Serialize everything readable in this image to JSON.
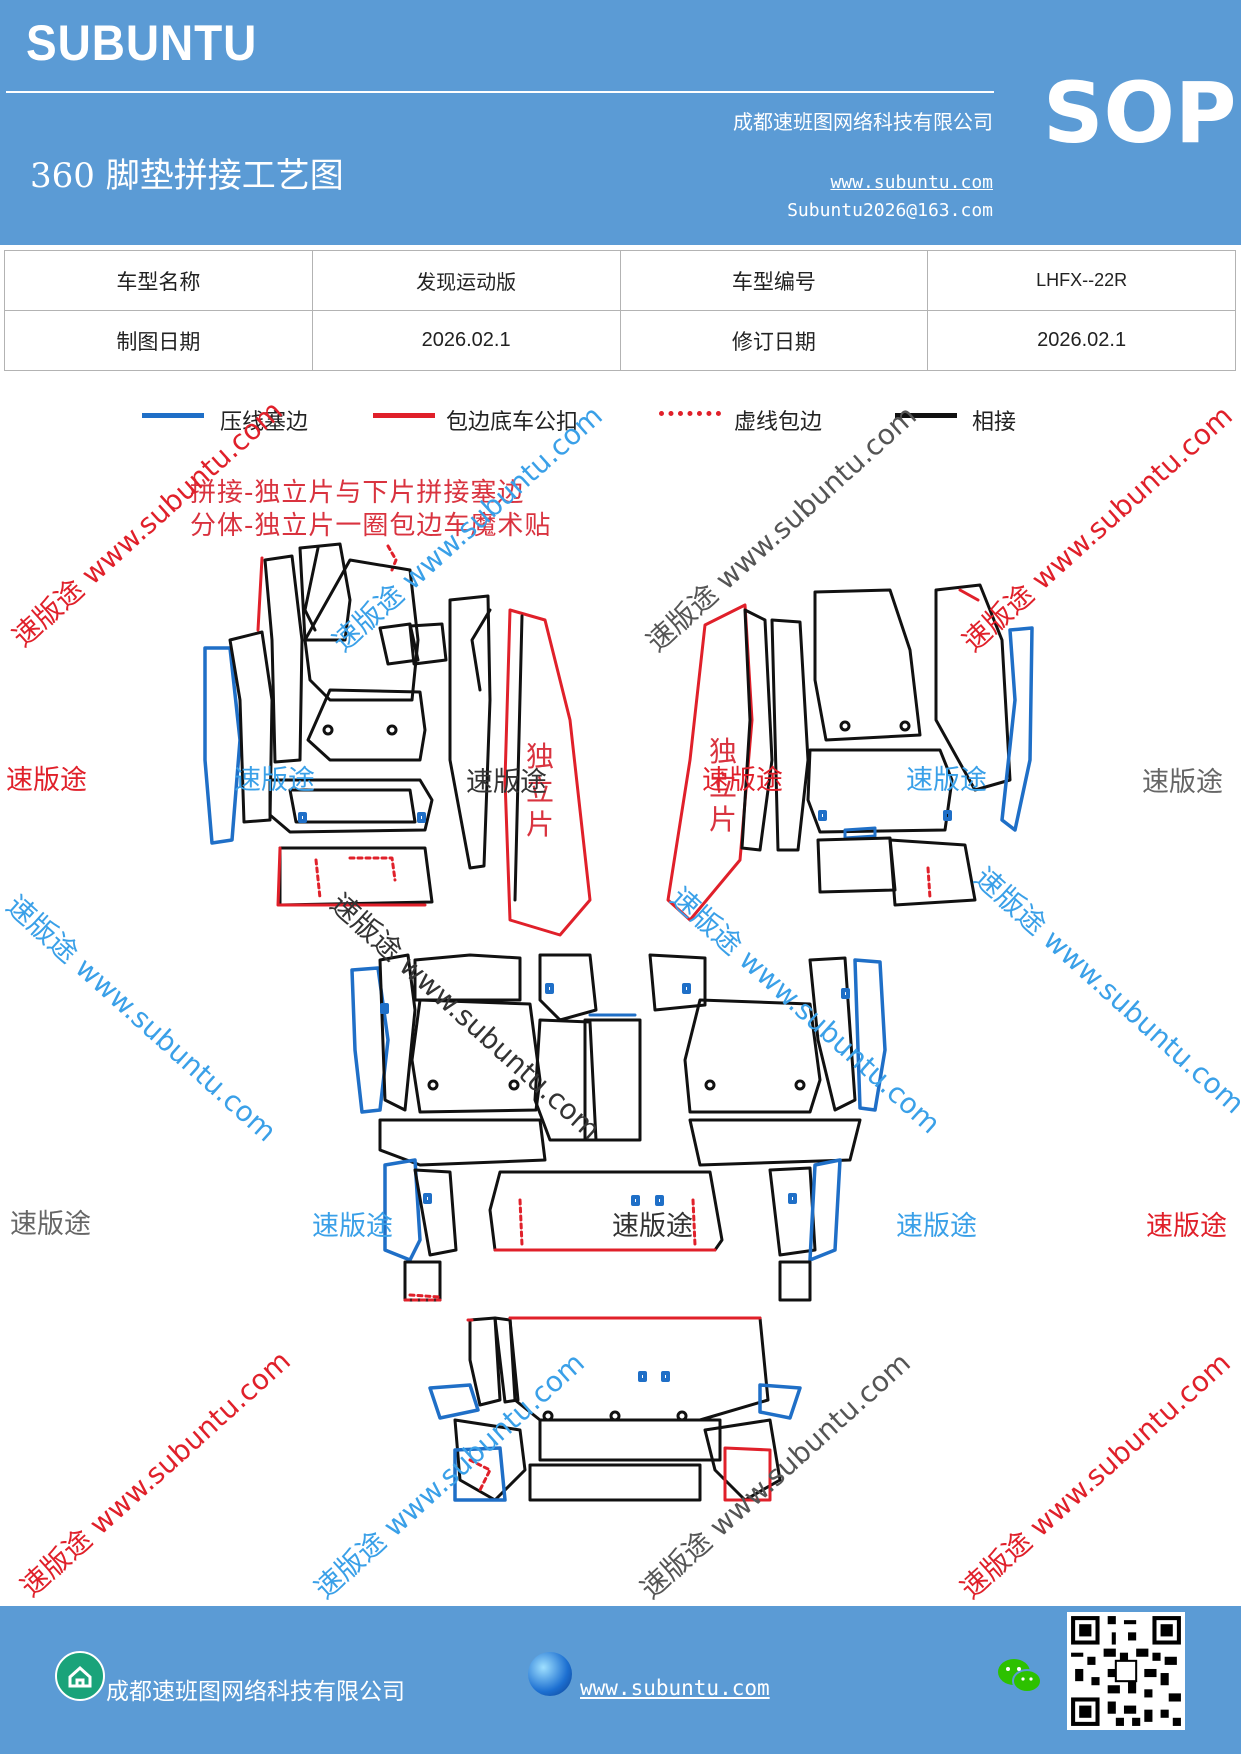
{
  "header": {
    "logo": "SUBUNTU",
    "badge": "SOP",
    "title": "360 脚垫拼接工艺图",
    "company": "成都速班图网络科技有限公司",
    "website": "www.subuntu.com",
    "email": "Subuntu2026@163.com"
  },
  "info": {
    "r1": [
      "车型名称",
      "发现运动版",
      "车型编号",
      "LHFX--22R"
    ],
    "r2": [
      "制图日期",
      "2026.02.1",
      "修订日期",
      "2026.02.1"
    ]
  },
  "legend": [
    {
      "label": "压线塞边",
      "color": "#1f6fc7",
      "style": "solid"
    },
    {
      "label": "包边底车公扣",
      "color": "#e0202a",
      "style": "solid"
    },
    {
      "label": "虚线包边",
      "color": "#e0202a",
      "style": "dotted"
    },
    {
      "label": "相接",
      "color": "#111111",
      "style": "solid"
    }
  ],
  "notes": {
    "line1": "拼接-独立片与下片拼接塞边",
    "line2": "分体-独立片一圈包边车魔术贴"
  },
  "pattern_label": "独立片",
  "watermarks": {
    "brand": "速版途",
    "diag": "速版途 www.subuntu.com"
  },
  "colors": {
    "header_bg": "#5b9bd5",
    "blue_line": "#1f6fc7",
    "red_line": "#e0202a",
    "black_line": "#111111",
    "wm_red": "#e0202a",
    "wm_blue": "#3aa0e8",
    "wm_gray": "#555555"
  },
  "footer": {
    "company": "成都速班图网络科技有限公司",
    "website": "www.subuntu.com",
    "icons": [
      "home-icon",
      "globe-icon",
      "wechat-icon",
      "qr-code"
    ]
  }
}
